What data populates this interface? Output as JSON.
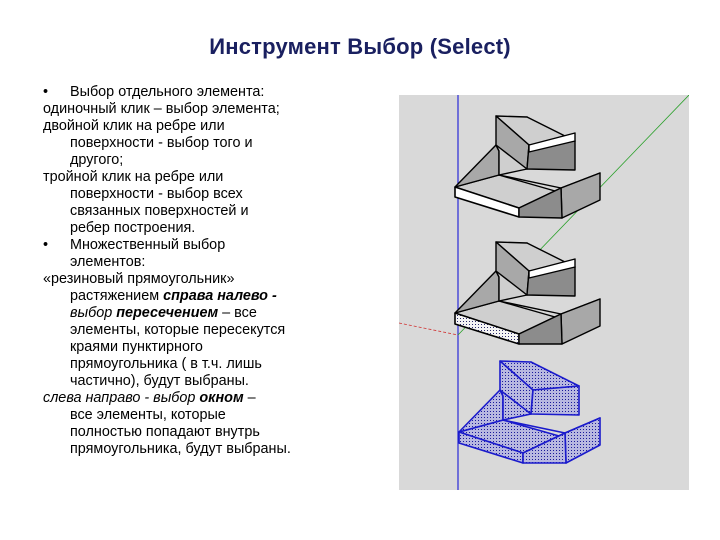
{
  "slide": {
    "title": "Инструмент Выбор (Select)",
    "bullet_char": "•",
    "lines": [
      {
        "bullet": true,
        "indent": false,
        "segments": [
          {
            "t": "Выбор отдельного элемента:"
          }
        ]
      },
      {
        "bullet": false,
        "indent": false,
        "segments": [
          {
            "t": "одиночный клик – выбор элемента;"
          }
        ]
      },
      {
        "bullet": false,
        "indent": false,
        "segments": [
          {
            "t": "двойной клик на ребре или"
          }
        ]
      },
      {
        "bullet": false,
        "indent": true,
        "segments": [
          {
            "t": "поверхности - выбор того и"
          }
        ]
      },
      {
        "bullet": false,
        "indent": true,
        "segments": [
          {
            "t": "другого;"
          }
        ]
      },
      {
        "bullet": false,
        "indent": false,
        "segments": [
          {
            "t": "тройной клик на ребре или"
          }
        ]
      },
      {
        "bullet": false,
        "indent": true,
        "segments": [
          {
            "t": "поверхности - выбор всех"
          }
        ]
      },
      {
        "bullet": false,
        "indent": true,
        "segments": [
          {
            "t": "связанных поверхностей и"
          }
        ]
      },
      {
        "bullet": false,
        "indent": true,
        "segments": [
          {
            "t": "ребер построения."
          }
        ]
      },
      {
        "bullet": true,
        "indent": false,
        "segments": [
          {
            "t": "Множественный выбор"
          }
        ]
      },
      {
        "bullet": false,
        "indent": true,
        "segments": [
          {
            "t": "элементов:"
          }
        ]
      },
      {
        "bullet": false,
        "indent": false,
        "segments": [
          {
            "t": "«резиновый прямоугольник»"
          }
        ]
      },
      {
        "bullet": false,
        "indent": true,
        "segments": [
          {
            "t": "растяжением "
          },
          {
            "t": "справа налево -",
            "i": true,
            "b": true
          }
        ]
      },
      {
        "bullet": false,
        "indent": true,
        "segments": [
          {
            "t": "выбор ",
            "i": true
          },
          {
            "t": "пересечением",
            "i": true,
            "b": true
          },
          {
            "t": " – все"
          }
        ]
      },
      {
        "bullet": false,
        "indent": true,
        "segments": [
          {
            "t": "элементы, которые пересекутся"
          }
        ]
      },
      {
        "bullet": false,
        "indent": true,
        "segments": [
          {
            "t": "краями пунктирного"
          }
        ]
      },
      {
        "bullet": false,
        "indent": true,
        "segments": [
          {
            "t": "прямоугольника ( в т.ч. лишь"
          }
        ]
      },
      {
        "bullet": false,
        "indent": true,
        "segments": [
          {
            "t": "частично), будут выбраны."
          }
        ]
      },
      {
        "bullet": false,
        "indent": false,
        "segments": [
          {
            "t": "слева направо - выбор ",
            "i": true
          },
          {
            "t": "окном",
            "i": true,
            "b": true
          },
          {
            "t": " –"
          }
        ]
      },
      {
        "bullet": false,
        "indent": true,
        "segments": [
          {
            "t": "все элементы, которые"
          }
        ]
      },
      {
        "bullet": false,
        "indent": true,
        "segments": [
          {
            "t": "полностью попадают внутрь"
          }
        ]
      },
      {
        "bullet": false,
        "indent": true,
        "segments": [
          {
            "t": "прямоугольника, будут выбраны."
          }
        ]
      }
    ]
  },
  "figure": {
    "background": "#d9d9d9",
    "face_light": "#cfcfcf",
    "face_mid": "#a8a8a8",
    "face_dark": "#8c8c8c",
    "selected_blue": "#1a1acc",
    "axis_blue": "#2a2ad8",
    "axis_green": "#2aa02a",
    "axis_red": "#d03030"
  }
}
